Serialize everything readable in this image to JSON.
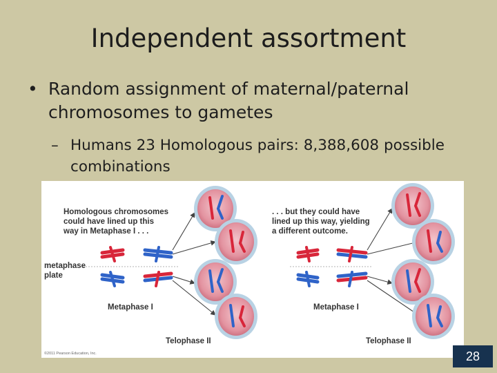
{
  "slide": {
    "title": "Independent assortment",
    "bullet1": "Random assignment of maternal/paternal chromosomes to gametes",
    "bullet2": "Humans 23 Homologous pairs: 8,388,608 possible combinations",
    "bullet_symbol": "•",
    "sub_bullet_symbol": "–",
    "page_number": "28"
  },
  "figure": {
    "left_caption": "Homologous chromosomes could have lined up this way in Metaphase I . . .",
    "left_caption_lines": [
      "Homologous chromosomes",
      "could have lined up this",
      "way in Metaphase I . . ."
    ],
    "right_caption_lines": [
      ". . . but they could have",
      "lined up this way, yielding",
      "a different outcome."
    ],
    "plate_label_lines": [
      "metaphase",
      "plate"
    ],
    "metaphase_label_left": "Metaphase I",
    "metaphase_label_right": "Metaphase I",
    "telophase_label_left": "Telophase II",
    "telophase_label_right": "Telophase II",
    "copyright": "©2011 Pearson Education, Inc.",
    "colors": {
      "maternal": "#d8263a",
      "paternal": "#2f63c8",
      "cell": "#e4a0ab",
      "cell_rim": "#a9c6dc"
    }
  }
}
